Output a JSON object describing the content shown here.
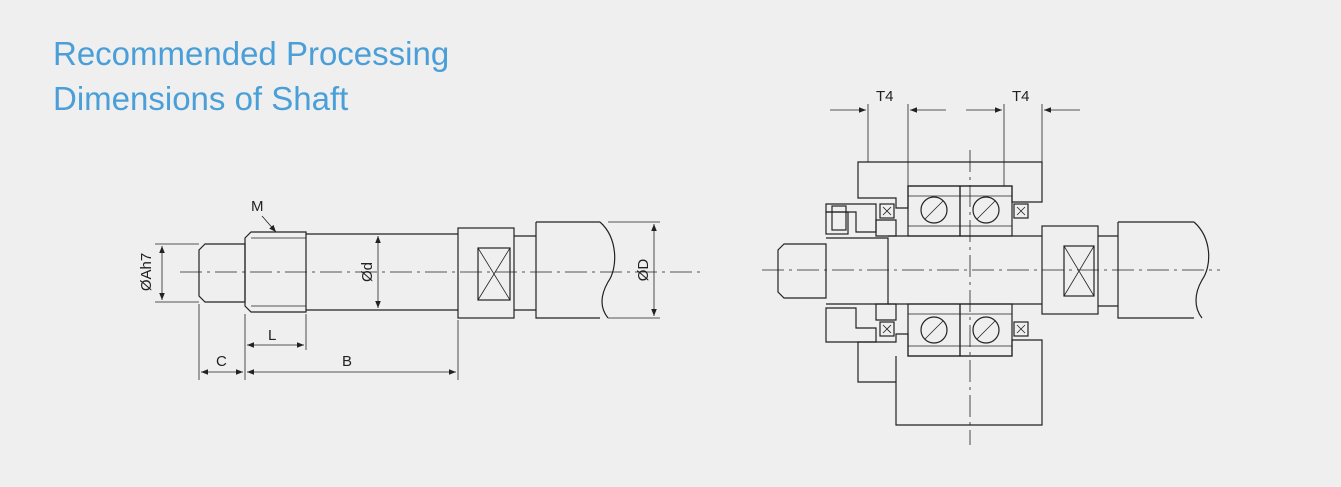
{
  "title": {
    "line1": "Recommended Processing",
    "line2": "Dimensions of Shaft"
  },
  "labels": {
    "m": "M",
    "dia_ah7": "ØAh7",
    "dia_d": "Ød",
    "dia_D": "ØD",
    "c": "C",
    "l": "L",
    "b": "B",
    "t4_left": "T4",
    "t4_right": "T4"
  },
  "colors": {
    "title": "#4a9fd8",
    "background": "#efefef",
    "line": "#222222"
  }
}
